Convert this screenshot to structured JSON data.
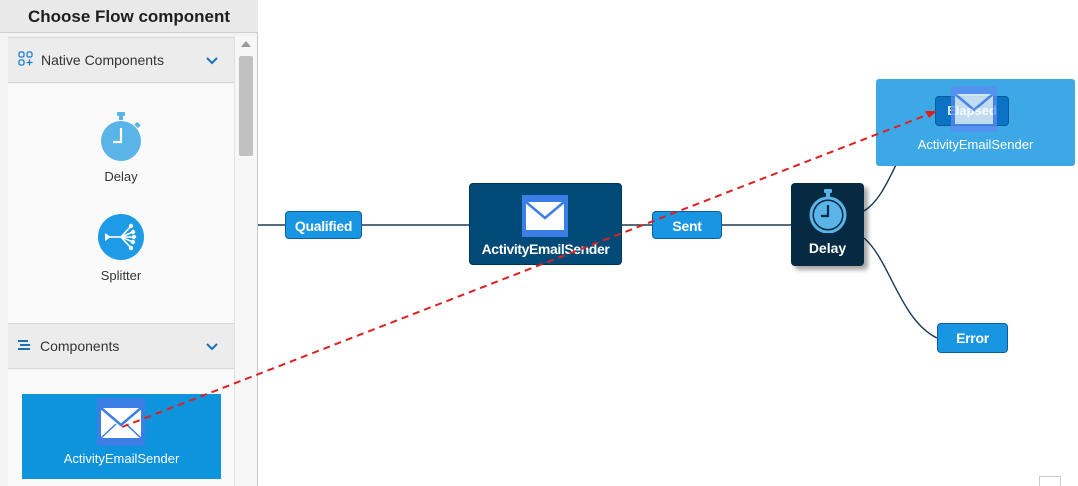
{
  "panel": {
    "title": "Choose Flow component",
    "native_section": {
      "label": "Native Components",
      "icon": "apps-icon",
      "items": [
        {
          "label": "Delay",
          "icon": "stopwatch-icon"
        },
        {
          "label": "Splitter",
          "icon": "splitter-icon"
        }
      ]
    },
    "components_section": {
      "label": "Components",
      "icon": "layers-icon",
      "items": [
        {
          "label": "ActivityEmailSender",
          "icon": "envelope-icon",
          "selected": true
        }
      ]
    }
  },
  "canvas": {
    "links": {
      "qualified": "Qualified",
      "sent": "Sent",
      "elapsed": "Elapsed",
      "error": "Error"
    },
    "nodes": {
      "email_sender": "ActivityEmailSender",
      "delay": "Delay",
      "drop_target": "ActivityEmailSender"
    }
  },
  "colors": {
    "accent": "#1896e2",
    "node_dark": "#004a78",
    "delay_dark": "#052a41",
    "target_light": "#3ca9e6",
    "drag_line": "#e02020"
  }
}
